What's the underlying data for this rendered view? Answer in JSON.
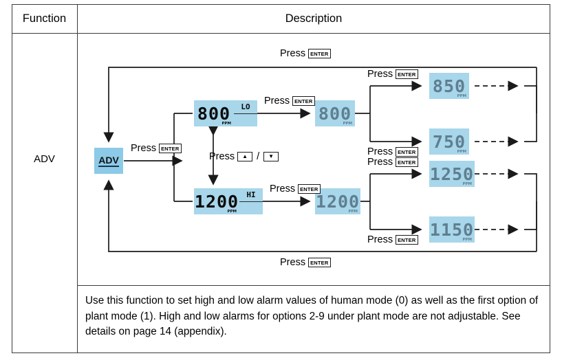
{
  "table": {
    "headers": {
      "function": "Function",
      "description": "Description"
    },
    "function_name": "ADV"
  },
  "description": "Use this function to set high and low alarm values of human mode (0) as well as the first option of plant mode (1). High and low alarms for options 2-9 under plant mode are not adjustable. See details on page 14 (appendix).",
  "keys": {
    "enter": "ENTER",
    "up": "▲",
    "down": "▼",
    "slash": "/"
  },
  "labels": {
    "press": "Press",
    "press_top_loop": "Press",
    "press_bottom_loop": "Press",
    "press_enter_lo": "Press",
    "press_enter_hi": "Press",
    "press_updown": "Press",
    "press_enter_850": "Press",
    "press_enter_750": "Press",
    "press_enter_1250": "Press",
    "press_enter_1150": "Press"
  },
  "nodes": {
    "start": {
      "label": "ADV"
    },
    "lo_setting": {
      "value": "800",
      "unit": "PPM",
      "mode": "LO"
    },
    "hi_setting": {
      "value": "1200",
      "unit": "PPM",
      "mode": "HI"
    },
    "lo_edit": {
      "value": "800",
      "unit": "PPM"
    },
    "hi_edit": {
      "value": "1200",
      "unit": "PPM"
    },
    "lo_up": {
      "value": "850",
      "unit": "PPM"
    },
    "lo_down": {
      "value": "750",
      "unit": "PPM"
    },
    "hi_up": {
      "value": "1250",
      "unit": "PPM"
    },
    "hi_down": {
      "value": "1150",
      "unit": "PPM"
    }
  },
  "colors": {
    "lcd_background": "#a8d6ea",
    "lcd_active_digit": "#0c0c0c",
    "lcd_dim_digit": "#5f7f90",
    "adv_background": "#8ccae8",
    "border": "#3a3a3a",
    "line": "#1a1a1a"
  }
}
